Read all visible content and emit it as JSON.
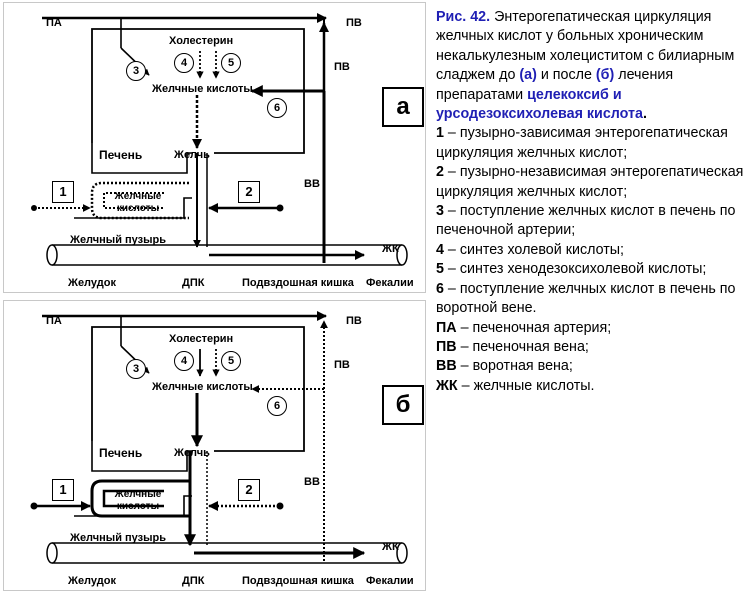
{
  "diagram": {
    "labels": {
      "pa": "ПА",
      "pv": "ПВ",
      "vv": "ВВ",
      "zhk": "ЖК",
      "cholesterol": "Холестерин",
      "bile_acids": "Желчные кислоты",
      "liver": "Печень",
      "bile": "Желчь",
      "gallbladder_acids_line1": "Желчные",
      "gallbladder_acids_line2": "кислоты",
      "gallbladder": "Желчный пузырь",
      "stomach": "Желудок",
      "dpk": "ДПК",
      "ileum": "Подвздошная кишка",
      "feces": "Фекалии"
    },
    "numbers": {
      "n1": "1",
      "n2": "2",
      "n3": "3",
      "n4": "4",
      "n5": "5",
      "n6": "6"
    },
    "panels": [
      {
        "letter": "а",
        "style": "before treatment (dotted flows)"
      },
      {
        "letter": "б",
        "style": "after treatment (solid flows)"
      }
    ]
  },
  "caption": {
    "title_fig": "Рис. 42.",
    "title_rest": " Энтерогепатическая циркуляция желчных кислот у больных хроническим некалькулезным холециститом с билиарным сладжем до ",
    "a_ref": "(а)",
    "mid": " и после ",
    "b_ref": "(б)",
    "after_ref": " лечения препаратами ",
    "drugs": "целекоксиб и урсодезоксихолевая кислота",
    "period": ".",
    "legend": [
      {
        "key": "1",
        "sep": " – ",
        "text": "пузырно-зависимая энтерогепатическая циркуляция желчных кислот;"
      },
      {
        "key": "2",
        "sep": " – ",
        "text": "пузырно-независимая энтерогепатическая циркуляция желчных кислот;"
      },
      {
        "key": "3",
        "sep": " – ",
        "text": "поступление желчных кислот в печень по печеночной артерии;"
      },
      {
        "key": "4",
        "sep": " – ",
        "text": "синтез холевой кислоты;"
      },
      {
        "key": "5",
        "sep": " – ",
        "text": "синтез хенодезоксихолевой кислоты;"
      },
      {
        "key": "6",
        "sep": " – ",
        "text": "поступление желчных кислот в печень по воротной вене."
      },
      {
        "key": "ПА",
        "sep": " – ",
        "text": "печеночная артерия;"
      },
      {
        "key": "ПВ",
        "sep": " – ",
        "text": "печеночная вена;"
      },
      {
        "key": "ВВ",
        "sep": " – ",
        "text": "воротная вена;"
      },
      {
        "key": "ЖК",
        "sep": " – ",
        "text": "желчные кислоты."
      }
    ]
  }
}
